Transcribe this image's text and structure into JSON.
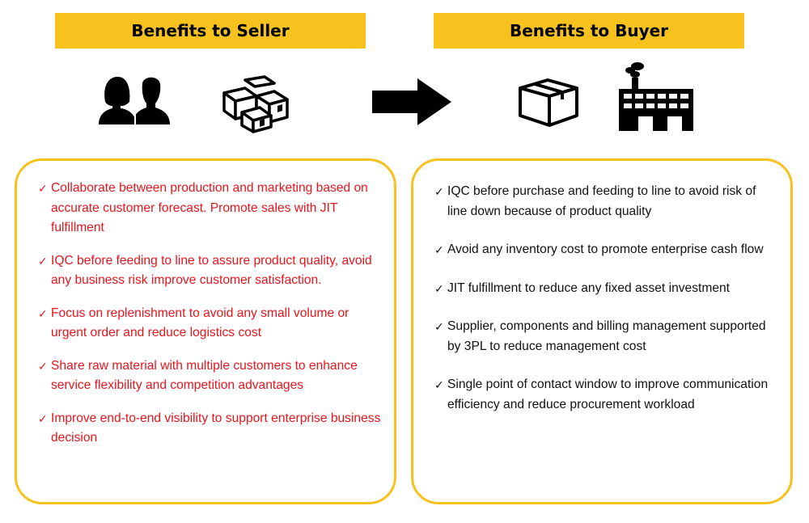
{
  "seller": {
    "title": "Benefits to Seller",
    "items": [
      "Collaborate between production and marketing based on accurate customer forecast. Promote sales with JIT fulfillment",
      "IQC before feeding to line to assure product quality, avoid any business risk improve customer satisfaction.",
      "Focus on replenishment to avoid any small volume or urgent order and reduce logistics cost",
      "Share raw material with multiple customers to enhance service flexibility and competition advantages",
      "Improve end-to-end visibility to support enterprise business decision"
    ]
  },
  "buyer": {
    "title": "Benefits to Buyer",
    "items": [
      "IQC before purchase and feeding to line to avoid risk of line down because of product quality",
      "Avoid any inventory cost to promote enterprise cash flow",
      "JIT fulfillment to reduce any fixed asset investment",
      "Supplier, components and billing management supported by 3PL to reduce management cost",
      "Single point of contact window to improve communication efficiency and reduce procurement workload"
    ]
  },
  "check_mark": "✓",
  "colors": {
    "banner": "#f7c11e",
    "panel_border": "#f7c11e",
    "seller_text": "#e8141b",
    "buyer_text": "#111111",
    "icon": "#000000"
  },
  "icons": [
    "people-icon",
    "boxes-icon",
    "arrow-right-icon",
    "box-icon",
    "factory-icon"
  ]
}
